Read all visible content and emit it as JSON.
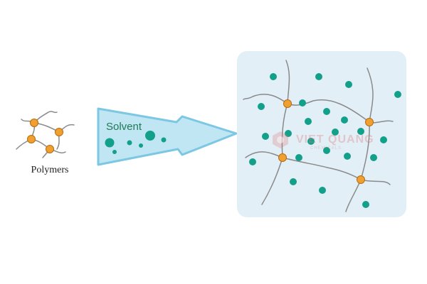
{
  "labels": {
    "polymers": "Polymers",
    "solvent": "Solvent"
  },
  "watermark": {
    "text": "VIET QUANG",
    "subtext": "CHEMICALS"
  },
  "colors": {
    "node": "#f0a030",
    "node_stroke": "#b86a10",
    "chain": "#8a8a8a",
    "solvent_dot": "#13a08a",
    "arrow_fill": "#bfe6f2",
    "arrow_stroke": "#7cc7e3",
    "panel_bg": "#e2eff7"
  },
  "icons": [
    "solvent-arrow",
    "polymer-network-panel"
  ]
}
